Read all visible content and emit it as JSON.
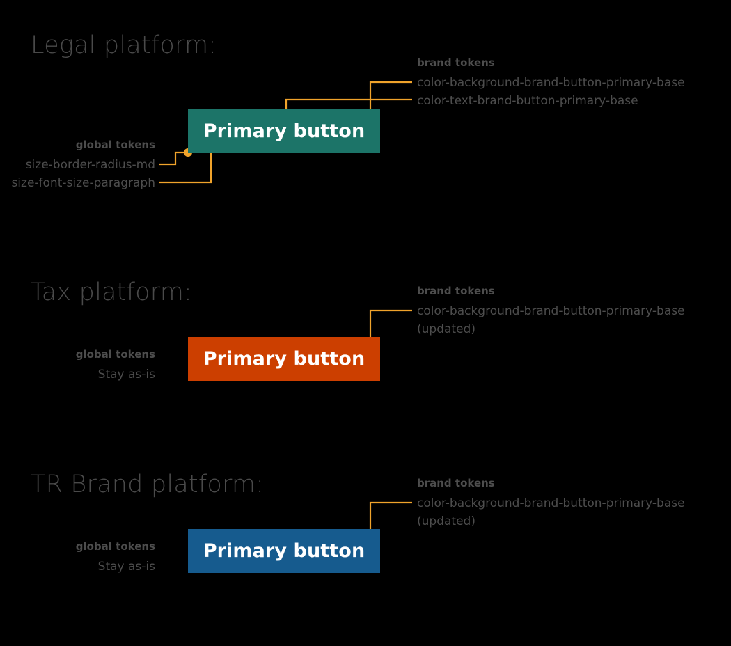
{
  "theme": {
    "background": "#000000",
    "accent_orange": "#F0A32B",
    "title_text": "#4a4a4a",
    "annotation_text": "#4d4d4d",
    "button_text": "#ffffff"
  },
  "sections": [
    {
      "id": "legal",
      "title": "Legal platform:",
      "button": {
        "label": "Primary button",
        "background": "#1C7468",
        "text_color": "#ffffff"
      },
      "left_annotation": {
        "heading": "global tokens",
        "lines": [
          "size-border-radius-md",
          "size-font-size-paragraph"
        ]
      },
      "right_annotation": {
        "heading": "brand tokens",
        "lines": [
          "color-background-brand-button-primary-base",
          "color-text-brand-button-primary-base"
        ]
      }
    },
    {
      "id": "tax",
      "title": "Tax platform:",
      "button": {
        "label": "Primary button",
        "background": "#CC3F00",
        "text_color": "#ffffff"
      },
      "left_annotation": {
        "heading": "global tokens",
        "lines": [
          "Stay as-is"
        ]
      },
      "right_annotation": {
        "heading": "brand tokens",
        "lines": [
          "color-background-brand-button-primary-base",
          "(updated)"
        ]
      }
    },
    {
      "id": "tr-brand",
      "title": "TR Brand platform:",
      "button": {
        "label": "Primary button",
        "background": "#165B8E",
        "text_color": "#ffffff"
      },
      "left_annotation": {
        "heading": "global tokens",
        "lines": [
          "Stay as-is"
        ]
      },
      "right_annotation": {
        "heading": "brand tokens",
        "lines": [
          "color-background-brand-button-primary-base",
          "(updated)"
        ]
      }
    }
  ]
}
